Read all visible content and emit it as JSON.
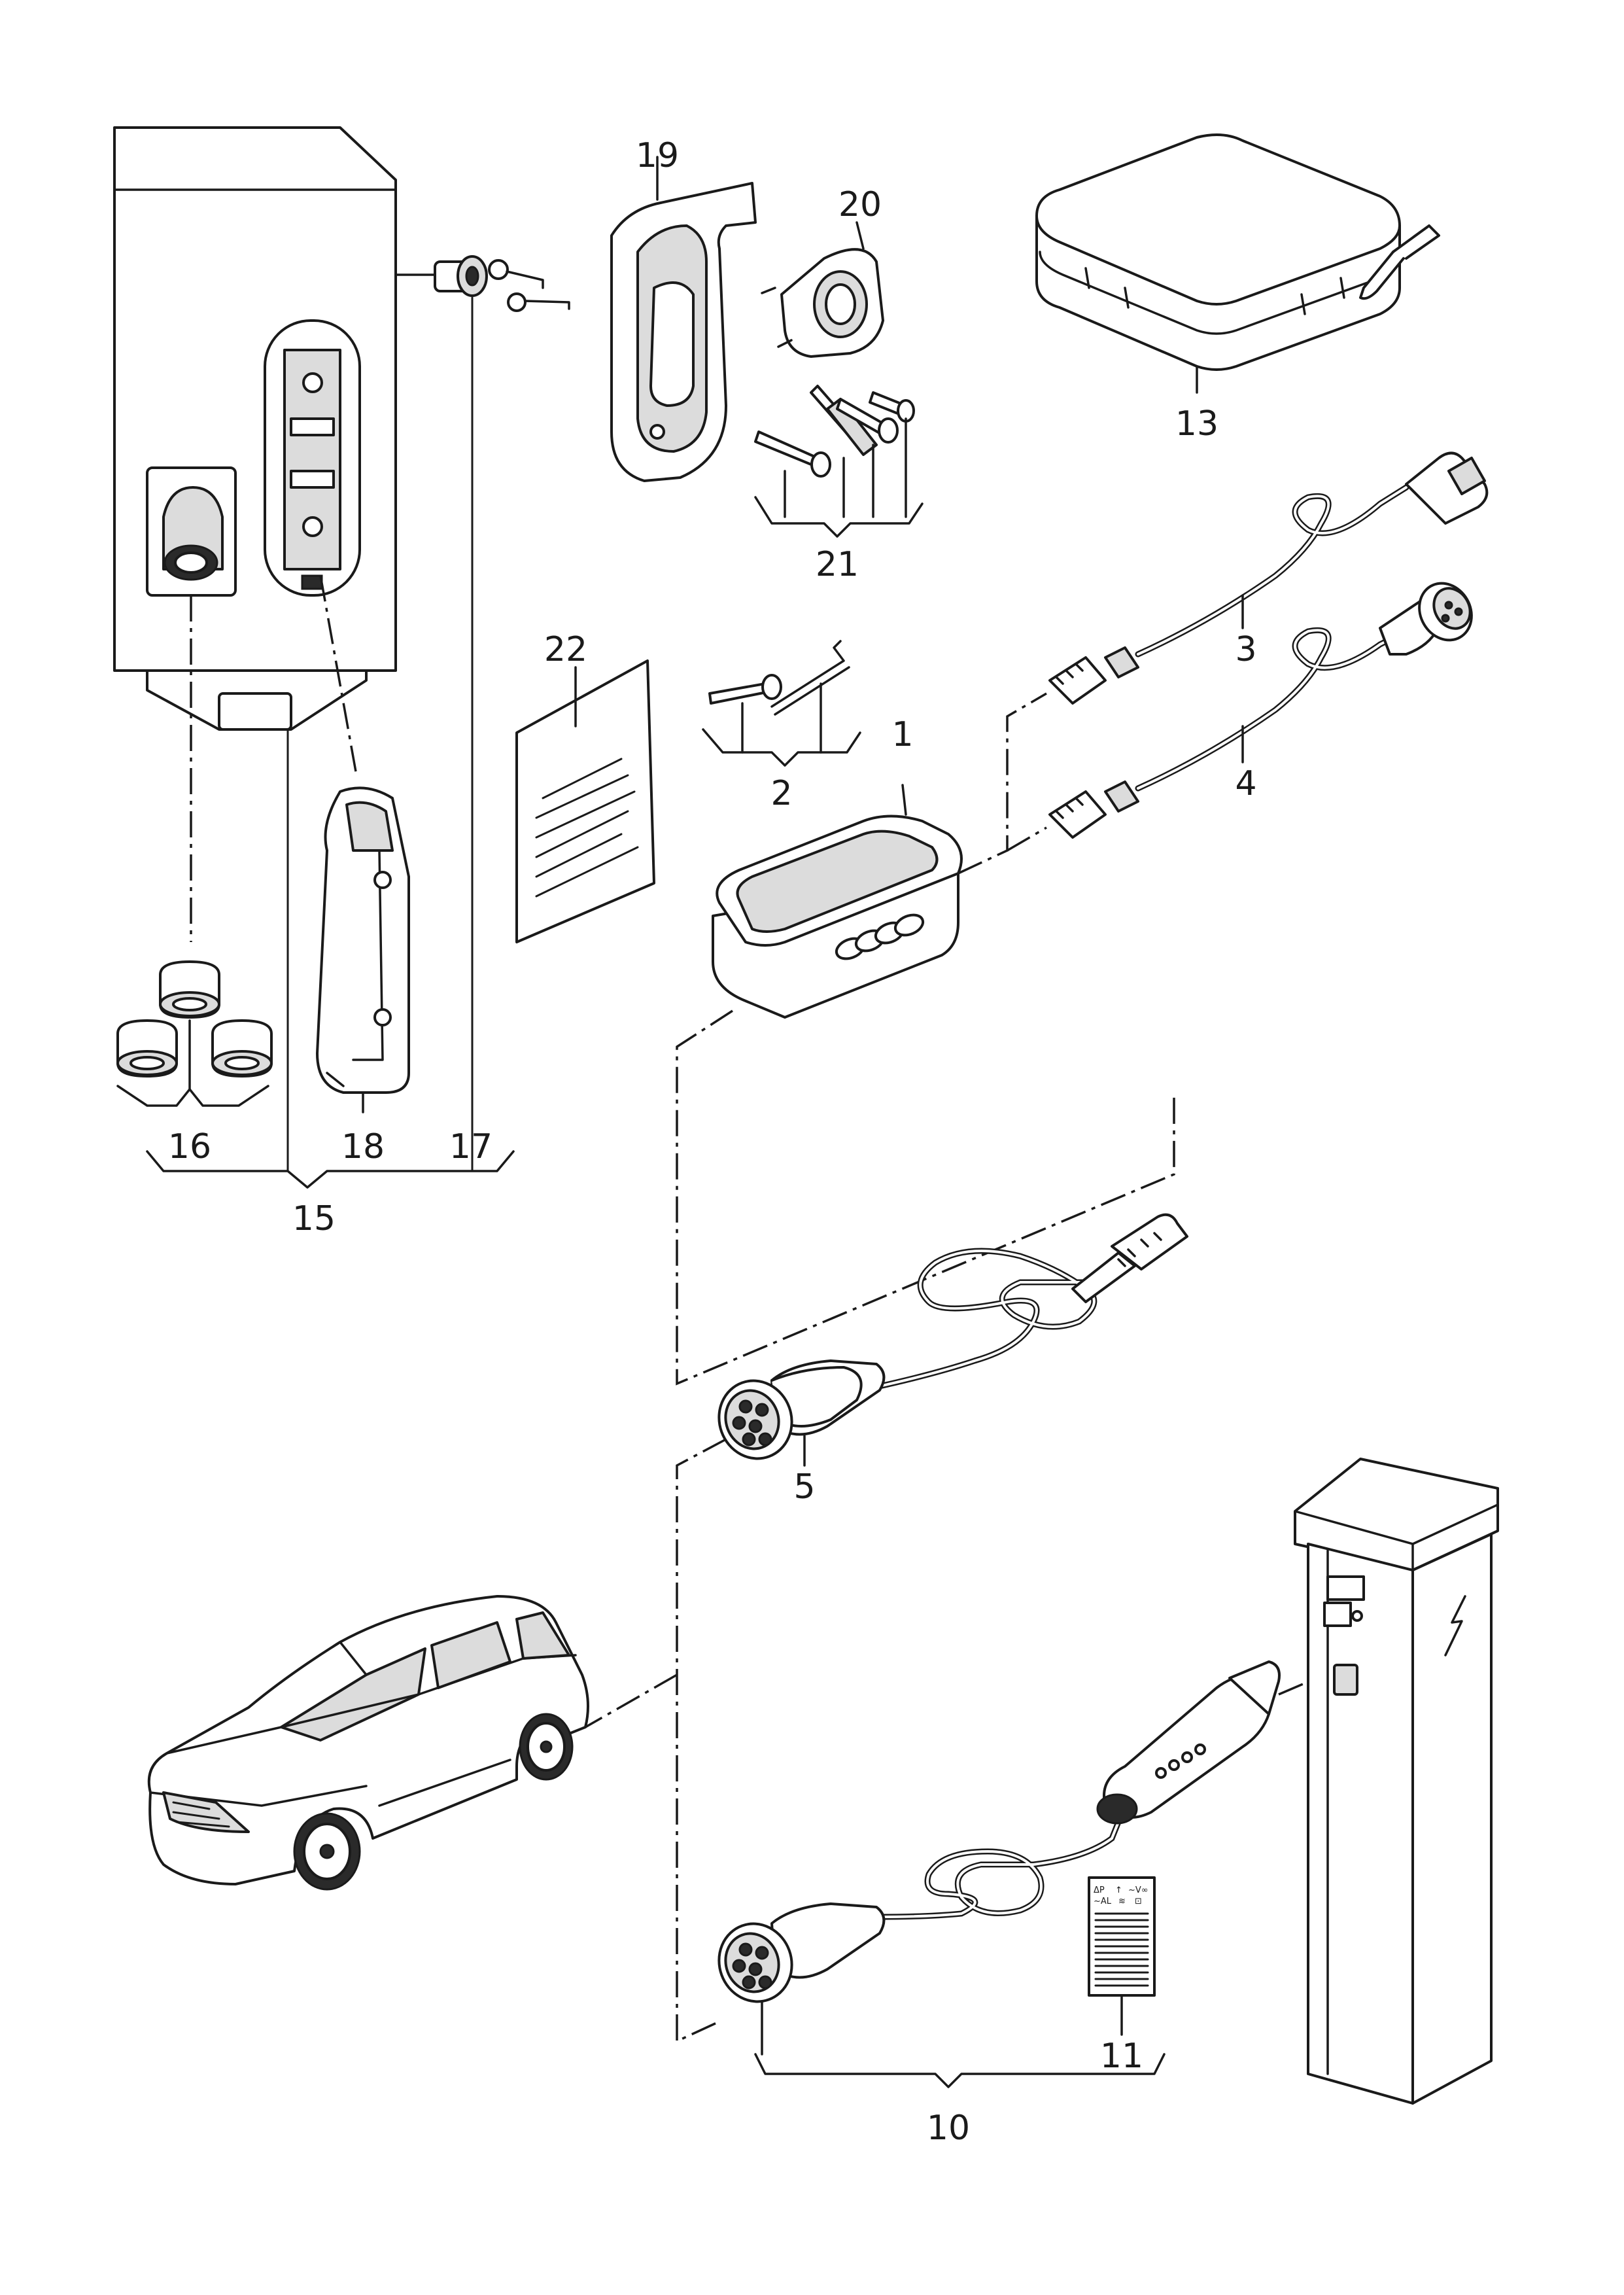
{
  "callouts": {
    "c1": "1",
    "c2": "2",
    "c3": "3",
    "c4": "4",
    "c5": "5",
    "c10": "10",
    "c11": "11",
    "c13": "13",
    "c15": "15",
    "c16": "16",
    "c17": "17",
    "c18": "18",
    "c19": "19",
    "c20": "20",
    "c21": "21",
    "c22": "22"
  },
  "label_11_text": [
    "ΔP",
    "↑",
    "~V∞",
    "~AL",
    "≋",
    "⊡"
  ]
}
